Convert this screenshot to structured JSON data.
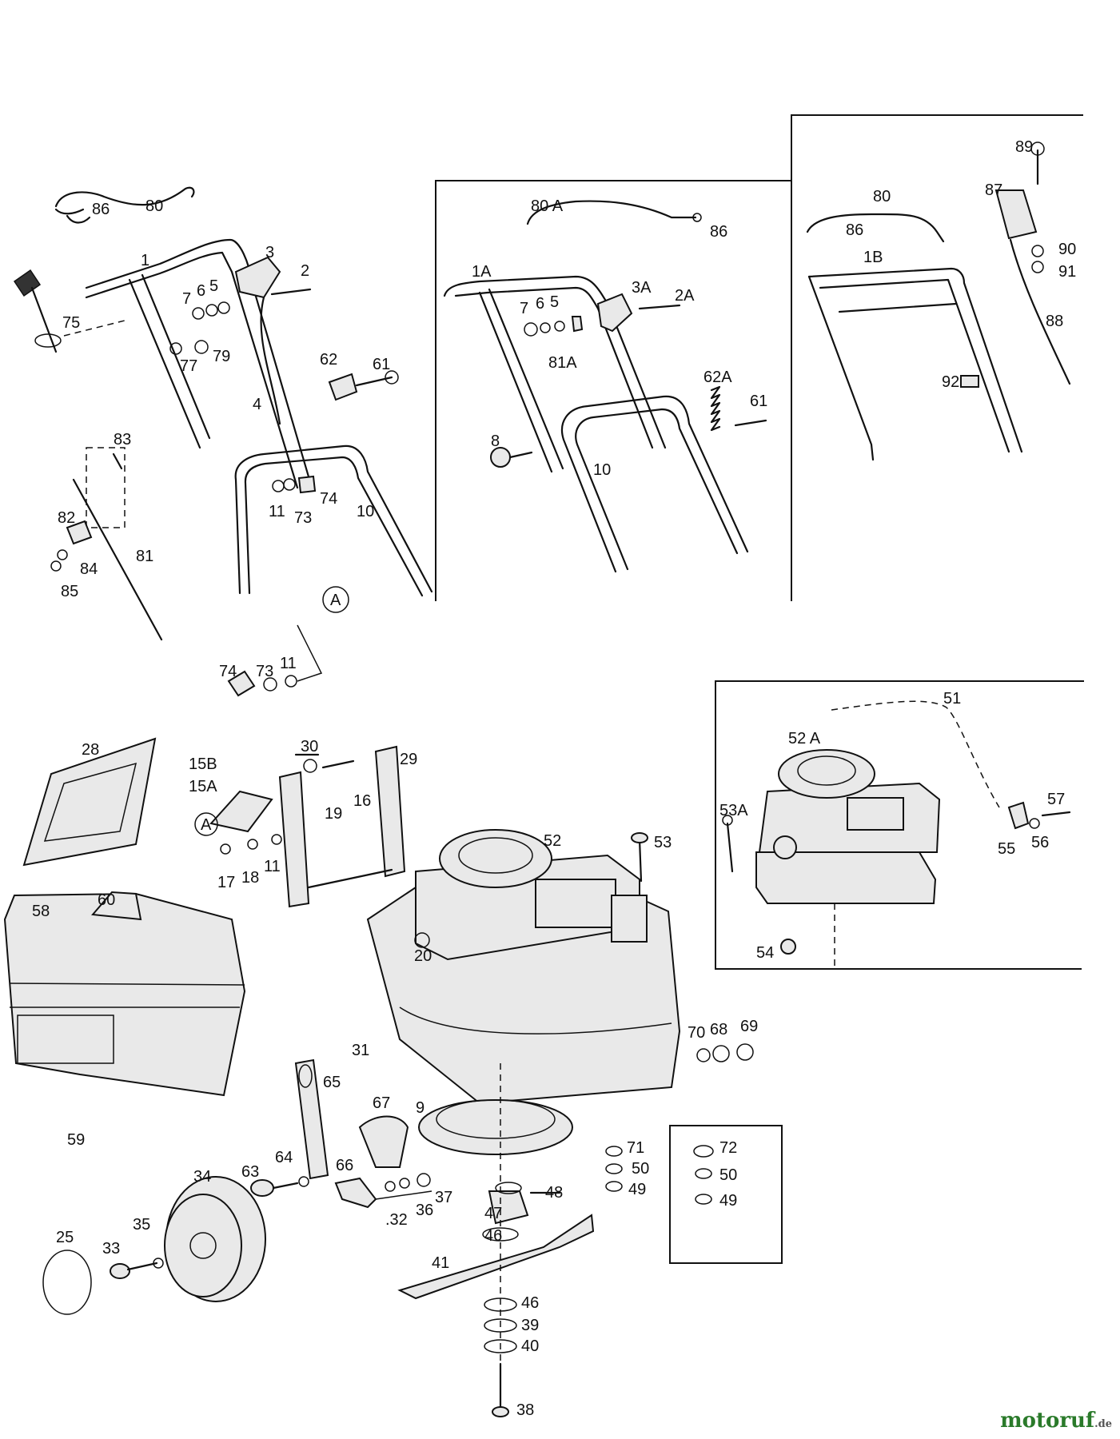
{
  "logo": {
    "main": "motoruf",
    "suffix": ".de"
  },
  "labels": {
    "l86a": "86",
    "l80a": "80",
    "l1": "1",
    "l3": "3",
    "l2": "2",
    "l5": "5",
    "l6": "6",
    "l7": "7",
    "l75": "75",
    "l77": "77",
    "l79": "79",
    "l62": "62",
    "l61": "61",
    "l4": "4",
    "l83": "83",
    "l82": "82",
    "l84": "84",
    "l85": "85",
    "l81": "81",
    "l11a": "11",
    "l73a": "73",
    "l74a": "74",
    "l10a": "10",
    "lA1": "A",
    "l74b": "74",
    "l73b": "73",
    "l11b": "11",
    "l80A": "80 A",
    "l86b": "86",
    "l1A": "1A",
    "l3A": "3A",
    "l2A": "2A",
    "l7b": "7",
    "l6b": "6",
    "l5b": "5",
    "l81A": "81A",
    "l62A": "62A",
    "l61b": "61",
    "l8": "8",
    "l10b": "10",
    "l89": "89",
    "l87": "87",
    "l80b": "80",
    "l86c": "86",
    "l1B": "1B",
    "l90": "90",
    "l91": "91",
    "l88": "88",
    "l92": "92",
    "l51": "51",
    "l52A": "52 A",
    "l53A": "53A",
    "l57": "57",
    "l55": "55",
    "l56": "56",
    "l54": "54",
    "l28": "28",
    "l30": "30",
    "l29": "29",
    "l15B": "15B",
    "l15A": "15A",
    "lA2": "A",
    "l19": "19",
    "l16": "16",
    "l17": "17",
    "l18": "18",
    "l11c": "11",
    "l52": "52",
    "l53": "53",
    "l20": "20",
    "l58": "58",
    "l60": "60",
    "l31": "31",
    "l70": "70",
    "l68": "68",
    "l69": "69",
    "l59": "59",
    "l65": "65",
    "l67": "67",
    "l9": "9",
    "l71": "71",
    "l50a": "50",
    "l49a": "49",
    "l72": "72",
    "l50b": "50",
    "l49b": "49",
    "l64": "64",
    "l66": "66",
    "l63": "63",
    "l34": "34",
    "l37": "37",
    "l36": "36",
    "l32": ".32",
    "l48": "48",
    "l47": "47",
    "l46a": "46",
    "l35": "35",
    "l25": "25",
    "l33": "33",
    "l41": "41",
    "l46b": "46",
    "l39": "39",
    "l40": "40",
    "l38": "38"
  }
}
